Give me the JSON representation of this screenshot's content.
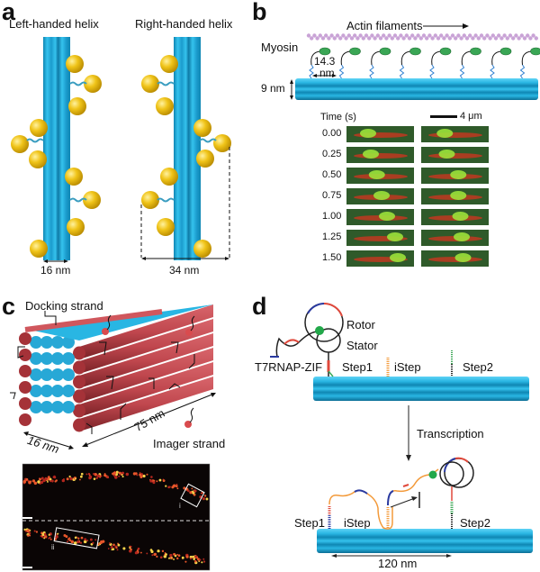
{
  "panels": {
    "a": {
      "label": "a",
      "left_title": "Left-handed helix",
      "right_title": "Right-handed helix",
      "left_dimension": "16  nm",
      "right_dimension": "34  nm"
    },
    "b": {
      "label": "b",
      "actin_label": "Actin filaments",
      "myosin_label": "Myosin",
      "spacing_label_1": "14.3",
      "spacing_label_2": "nm",
      "height_label": "9 nm",
      "time_header": "Time (s)",
      "scale_bar": "4 μm",
      "times": [
        "0.00",
        "0.25",
        "0.50",
        "0.75",
        "1.00",
        "1.25",
        "1.50"
      ],
      "left_positions": [
        0.32,
        0.36,
        0.45,
        0.52,
        0.6,
        0.72,
        0.76
      ],
      "right_positions": [
        0.35,
        0.38,
        0.55,
        0.55,
        0.58,
        0.6,
        0.62
      ]
    },
    "c": {
      "label": "c",
      "docking_label": "Docking strand",
      "imager_label": "Imager strand",
      "width_dimension": "16  nm",
      "length_dimension": "75 nm",
      "roi_labels": [
        "i",
        "ii"
      ]
    },
    "d": {
      "label": "d",
      "rotor_label": "Rotor",
      "stator_label": "Stator",
      "t7_label": "T7RNAP-ZIF",
      "step1_label": "Step1",
      "istep_label": "iStep",
      "step2_label": "Step2",
      "transcription_label": "Transcription",
      "distance_label": "120  nm"
    }
  },
  "colors": {
    "dna_blue": "#29b6e3",
    "dna_blue_dark": "#0f86b3",
    "gold": "#f0c419",
    "rod_red": "#c0474e",
    "actin": "#c9a3d6",
    "myosin": "#3aa655",
    "strand_orange": "#f39a3a",
    "strand_navy": "#2a3aa0",
    "strand_red": "#e0483b"
  }
}
